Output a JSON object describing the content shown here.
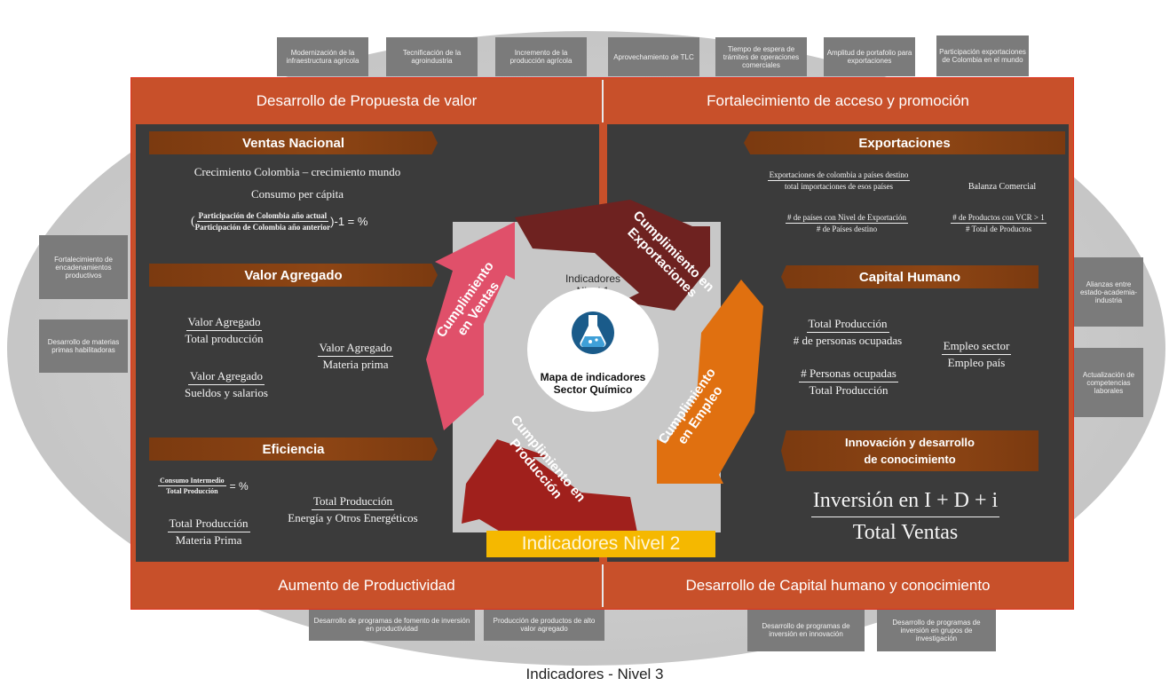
{
  "top_indicators": [
    "Modernización de la infraestructura agrícola",
    "Tecnificación de la agroindustria",
    "Incremento de la producción agrícola",
    "Aprovechamiento de TLC",
    "Tiempo de espera de trámites de operaciones comerciales",
    "Amplitud de portafolio para exportaciones",
    "Participación exportaciones de Colombia en el mundo"
  ],
  "left_indicators": [
    "Fortalecimiento de encadenamientos productivos",
    "Desarrollo de materias primas habilitadoras"
  ],
  "right_indicators": [
    "Alianzas entre estado-academia-industria",
    "Actualización de competencias laborales"
  ],
  "bottom_indicators": [
    "Desarrollo de programas de fomento de inversión en productividad",
    "Producción de productos de alto valor agregado",
    "Desarrollo de programas de inversión en innovación",
    "Desarrollo de programas de inversión en grupos de investigación"
  ],
  "headers": {
    "top_left": "Desarrollo de Propuesta de valor",
    "top_right": "Fortalecimiento de acceso y promoción",
    "bottom_left": "Aumento de Productividad",
    "bottom_right": "Desarrollo de Capital humano y conocimiento"
  },
  "ventas": {
    "title": "Ventas Nacional",
    "line1": "Crecimiento Colombia  – crecimiento mundo",
    "line2": "Consumo per cápita",
    "num": "Participación de Colombia año actual",
    "den": "Participación de Colombia año anterior",
    "suffix": ")-1 = %",
    "prefix": "("
  },
  "valor": {
    "title": "Valor Agregado",
    "f1_num": "Valor Agregado",
    "f1_den": "Total producción",
    "f2_num": "Valor Agregado",
    "f2_den": "Materia prima",
    "f3_num": "Valor Agregado",
    "f3_den": "Sueldos y salarios"
  },
  "eficiencia": {
    "title": "Eficiencia",
    "f1_num": "Consumo Intermedio",
    "f1_den": "Total Producción",
    "f1_suffix": "= %",
    "f2_num": "Total Producción",
    "f2_den": "Energía y Otros Energéticos",
    "f3_num": "Total Producción",
    "f3_den": "Materia Prima"
  },
  "exportaciones": {
    "title": "Exportaciones",
    "f1_num": "Exportaciones de colombia a países destino",
    "f1_den": "total importaciones de esos países",
    "balanza": "Balanza Comercial",
    "f2_num": "# de países con Nivel de Exportación",
    "f2_den": "# de Países destino",
    "f3_num": "# de Productos con VCR > 1",
    "f3_den": "# Total de Productos"
  },
  "capital": {
    "title": "Capital Humano",
    "f1_num": "Total Producción",
    "f1_den": "# de personas ocupadas",
    "f2_num": "Empleo sector",
    "f2_den": "Empleo país",
    "f3_num": "# Personas ocupadas",
    "f3_den": "Total Producción"
  },
  "innovacion": {
    "title_line1": "Innovación y desarrollo",
    "title_line2": "de conocimiento",
    "num": "Inversión en I + D + i",
    "den": "Total Ventas"
  },
  "center": {
    "nivel1_line1": "Indicadores",
    "nivel1_line2": "Nivel 1",
    "map_line1": "Mapa de indicadores",
    "map_line2": "Sector Químico",
    "arrow_ventas": "Cumplimiento en Ventas",
    "arrow_export": "Cumplimiento en Exportaciones",
    "arrow_empleo": "Cumplimiento en Empleo",
    "arrow_produccion": "Cumplimiento en Producción",
    "nivel2": "Indicadores Nivel 2"
  },
  "footer_label": "Indicadores - Nivel 3",
  "colors": {
    "frame": "#c8502a",
    "panel": "#3b3b3b",
    "section_bar": "#8d4514",
    "arrow_ventas": "#e0506a",
    "arrow_export": "#6e2220",
    "arrow_empleo": "#e07010",
    "arrow_produccion": "#a0201c",
    "nivel2_bar": "#f5b800"
  },
  "icons": [
    "flask-icon"
  ]
}
